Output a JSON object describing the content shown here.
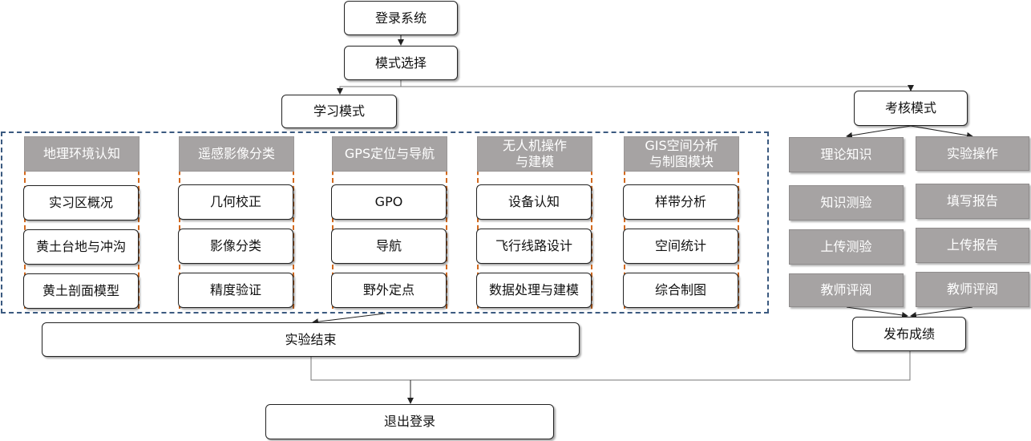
{
  "login": "登录系统",
  "mode_select": "模式选择",
  "study_mode": "学习模式",
  "exam_mode": "考核模式",
  "modules": [
    {
      "title": "地理环境认知",
      "items": [
        "实习区概况",
        "黄土台地与冲沟",
        "黄土剖面模型"
      ]
    },
    {
      "title": "遥感影像分类",
      "items": [
        "几何校正",
        "影像分类",
        "精度验证"
      ]
    },
    {
      "title": "GPS定位与导航",
      "items": [
        "GPO",
        "导航",
        "野外定点"
      ]
    },
    {
      "title": "无人机操作\n与建模",
      "items": [
        "设备认知",
        "飞行线路设计",
        "数据处理与建模"
      ]
    },
    {
      "title": "GIS空间分析\n与制图模块",
      "items": [
        "样带分析",
        "空间统计",
        "综合制图"
      ]
    }
  ],
  "exam_columns": [
    {
      "title": "理论知识",
      "items": [
        "知识测验",
        "上传测验",
        "教师评阅"
      ]
    },
    {
      "title": "实验操作",
      "items": [
        "填写报告",
        "上传报告",
        "教师评阅"
      ]
    }
  ],
  "experiment_end": "实验结束",
  "publish_score": "发布成绩",
  "logout": "退出登录",
  "colors": {
    "gray_box": "#a6a3a3",
    "frame_dash": "#3b5a80",
    "column_dash": "#d2691e"
  }
}
